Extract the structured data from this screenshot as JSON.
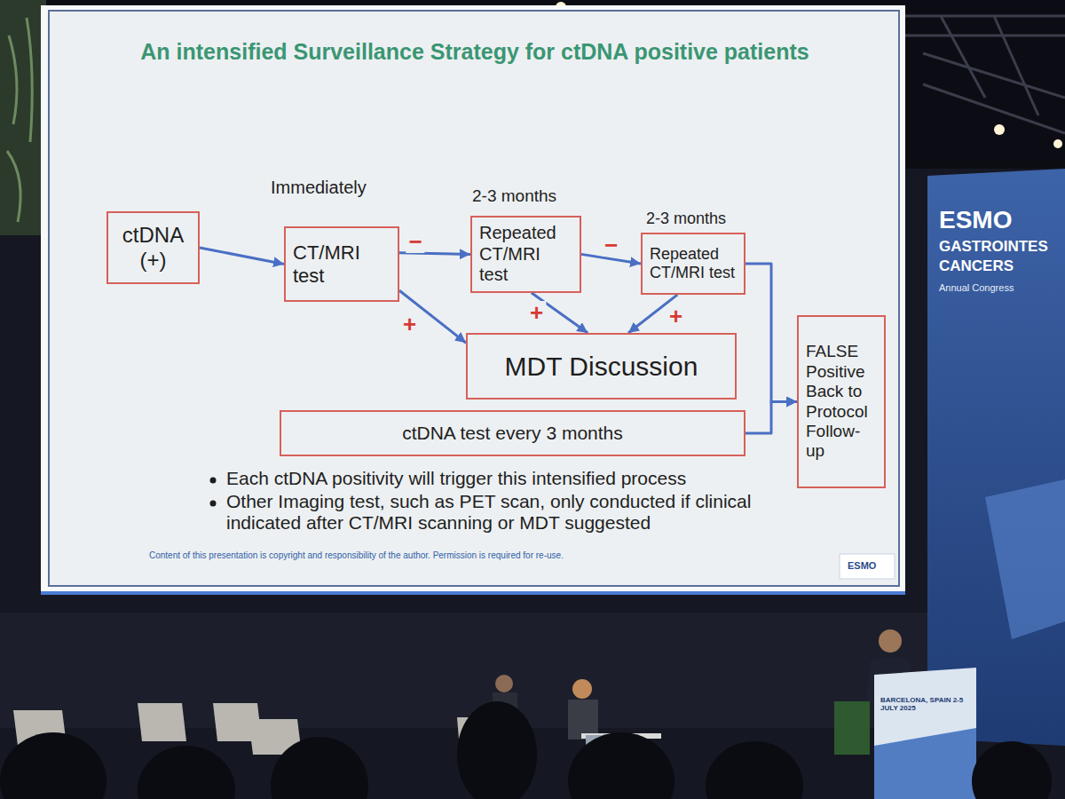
{
  "diagram": {
    "title": "An intensified Surveillance Strategy for ctDNA positive patients",
    "nodes": [
      {
        "text": [
          "ctDNA (+)"
        ]
      },
      {
        "text": [
          "CT/MRI test"
        ]
      },
      {
        "text": [
          "Repeated CT/MRI test"
        ]
      },
      {
        "text": [
          "Repeated CT/MRI test"
        ]
      },
      {
        "text": [
          "MDT Discussion"
        ]
      },
      {
        "text": [
          "ctDNA test every 3 months"
        ]
      },
      {
        "text": [
          "FALSE Positive Back to Protocol Follow-up"
        ]
      }
    ],
    "edges": [
      {
        "from": 0,
        "to": 1,
        "arrow": "to"
      },
      {
        "from": 1,
        "to": 2,
        "label": "−",
        "arrow": "to"
      },
      {
        "from": 2,
        "to": 3,
        "label": "−",
        "arrow": "to"
      },
      {
        "from": 1,
        "to": 4,
        "label": "+",
        "arrow": "to"
      },
      {
        "from": 2,
        "to": 4,
        "label": "+",
        "arrow": "to"
      },
      {
        "from": 3,
        "to": 4,
        "label": "+",
        "arrow": "to"
      },
      {
        "from": 3,
        "to": 6,
        "arrow": "to"
      },
      {
        "from": 5,
        "to": 6,
        "arrow": "to"
      }
    ],
    "labels": [
      "Immediately",
      "2-3 months",
      "2-3 months",
      "Each ctDNA positivity will trigger this intensified process",
      "Other Imaging test, such as PET scan, only conducted if clinical indicated after CT/MRI scanning or MDT suggested",
      "Content of this presentation is copyright and responsibility of the author. Permission is required for re-use.",
      "ESMO",
      "ESMO",
      "GASTROINTES",
      "CANCERS",
      "Annual Congress",
      "BARCELONA, SPAIN 2-5 JULY 2025"
    ]
  }
}
